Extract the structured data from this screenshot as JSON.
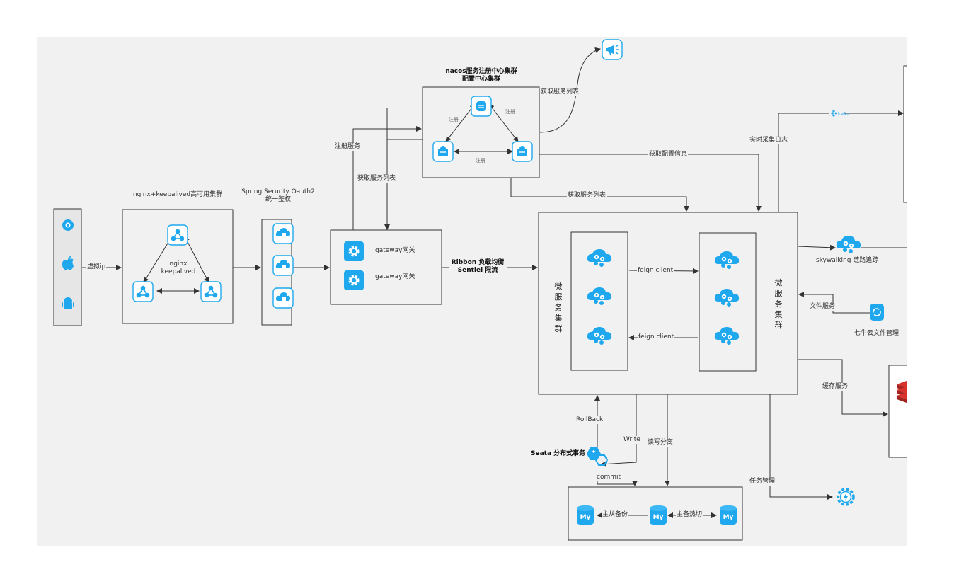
{
  "labels": {
    "vip": "虚拟ip",
    "nginx_cluster": "nginx+keepalived高可用集群",
    "nginx_center": "nginx\nkeepalived",
    "oauth": "Spring Serurity Oauth2\n统一鉴权",
    "gateway1": "gateway网关",
    "gateway2": "gateway网关",
    "ribbon": "Ribbon 负载均衡\nSentiel 限流",
    "nacos_title": "nacos服务注册中心集群\n配置中心集群",
    "sync_left": "注册",
    "sync_right": "注册",
    "sync_bottom": "注册",
    "register_service": "注册服务",
    "get_service_list_gw": "获取服务列表",
    "get_service_list_top": "获取服务列表",
    "get_config": "获取配置信息",
    "get_service_list_ms": "获取服务列表",
    "realtime_log": "实时采集日志",
    "kafka": "kafka",
    "ms_cluster_left": "微服务集群",
    "ms_cluster_right": "微服务集群",
    "feign1": "feign client",
    "feign2": "feign client",
    "skywalking": "skywalking 链路追踪",
    "file_service": "文件服务",
    "qiniu": "七牛云文件管理",
    "cache_service": "缓存服务",
    "task_mgmt": "任务管理",
    "rollback": "RollBack",
    "write": "Write",
    "rw_split": "读写分离",
    "seata": "Seata 分布式事务",
    "commit": "commit",
    "master_slave": "主从备份",
    "hot_switch": "主备热切"
  },
  "icon_labels": {
    "mysql": "My"
  },
  "colors": {
    "icon_blue": "#1fa8ee",
    "canvas_bg": "#f1f1f1",
    "client_bg": "#e6e6e6",
    "line": "#333333",
    "redis_red": "#d8322d"
  },
  "icons": [
    "chrome-icon",
    "apple-icon",
    "android-icon",
    "nginx-node-icon",
    "cloud-shield-icon",
    "gear-icon",
    "database-node-icon",
    "cloud-gear-icon",
    "kafka-icon",
    "megaphone-icon",
    "sync-icon",
    "seata-icon",
    "mysql-icon",
    "redis-icon",
    "task-gear-icon"
  ]
}
